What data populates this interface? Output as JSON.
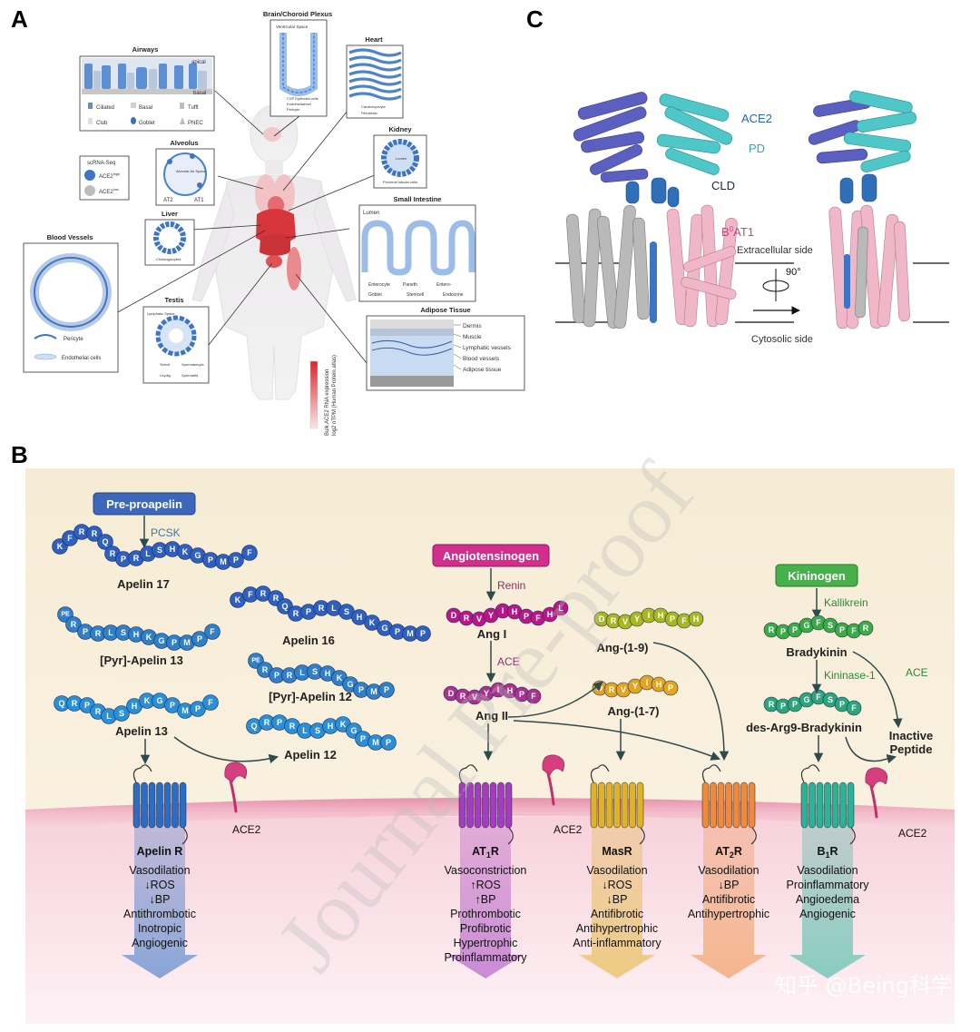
{
  "panels": {
    "a": {
      "letter": "A",
      "organs": {
        "brain_title": "Brain/Choroid Plexus",
        "brain_sub1": "Ventricular Space",
        "brain_legend": [
          "CVP Epithelial cells",
          "Endothelial/cell",
          "Pericyte"
        ],
        "heart_title": "Heart",
        "heart_legend": [
          "Cardiomyocyte",
          "Fibroblast"
        ],
        "airways_title": "Airways",
        "airways_apical": "apical",
        "airways_basal": "basal",
        "airways_legend": [
          "Ciliated",
          "Basal",
          "Tufft",
          "Club",
          "Goblet",
          "PNEC"
        ],
        "alveolus_title": "Alveolus",
        "alveolus_space": "Alveolar Air Space",
        "alveolus_cells": [
          "AT2",
          "AT1"
        ],
        "scrna_title": "scRNA-Seq",
        "scrna_high": "ACE2",
        "scrna_high_sup": "high",
        "scrna_low": "ACE2",
        "scrna_low_sup": "low",
        "liver_title": "Liver",
        "liver_cell": "Cholangiocytes",
        "kidney_title": "Kidney",
        "kidney_lumen": "Lumen",
        "kidney_cell": "Proximal tubular cells",
        "si_title": "Small Intestine",
        "si_lumen": "Lumen",
        "si_legend": [
          "Enterocyte",
          "Paneth",
          "Entero-",
          "Endocrine",
          "Goblet",
          "Stemcell"
        ],
        "bv_title": "Blood Vessels",
        "bv_pericyte": "Pericyte",
        "bv_endo": "Endothelial cells",
        "testis_title": "Testis",
        "testis_space": "Lymphatic Space",
        "testis_legend": [
          "Sertoli",
          "Spermatocyte",
          "Leydig",
          "Spermatid"
        ],
        "adipose_title": "Adipose Tissue",
        "adipose_layers": [
          "Dermis",
          "Muscle",
          "Lymphatic vessels",
          "Blood vessels",
          "Adipose tissue"
        ],
        "scale_label1": "Bulk ACE2 RNA expression",
        "scale_label2": "log2 nTPM (Human Protein atlas)"
      }
    },
    "b": {
      "letter": "B",
      "apelin": {
        "precursor": "Pre-proapelin",
        "enzyme": "PCSK",
        "apelin17": {
          "name": "Apelin 17",
          "seq": [
            "K",
            "F",
            "R",
            "R",
            "Q",
            "R",
            "P",
            "R",
            "L",
            "S",
            "H",
            "K",
            "G",
            "P",
            "M",
            "P",
            "F"
          ]
        },
        "apelin16": {
          "name": "Apelin 16",
          "seq": [
            "K",
            "F",
            "R",
            "R",
            "Q",
            "R",
            "P",
            "R",
            "L",
            "S",
            "H",
            "K",
            "G",
            "P",
            "M",
            "P"
          ]
        },
        "pyr13": {
          "name": "[Pyr]-Apelin 13",
          "seq": [
            "PE",
            "R",
            "P",
            "R",
            "L",
            "S",
            "H",
            "K",
            "G",
            "P",
            "M",
            "P",
            "F"
          ]
        },
        "pyr12": {
          "name": "[Pyr]-Apelin 12",
          "seq": [
            "PE",
            "R",
            "P",
            "R",
            "L",
            "S",
            "H",
            "K",
            "G",
            "P",
            "M",
            "P"
          ]
        },
        "apelin13": {
          "name": "Apelin 13",
          "seq": [
            "Q",
            "R",
            "P",
            "R",
            "L",
            "S",
            "H",
            "K",
            "G",
            "P",
            "M",
            "P",
            "F"
          ]
        },
        "apelin12": {
          "name": "Apelin 12",
          "seq": [
            "Q",
            "R",
            "P",
            "R",
            "L",
            "S",
            "H",
            "K",
            "G",
            "P",
            "M",
            "P"
          ]
        }
      },
      "ras": {
        "precursor": "Angiotensinogen",
        "renin": "Renin",
        "ang1": {
          "name": "Ang I",
          "seq": [
            "D",
            "R",
            "V",
            "Y",
            "I",
            "H",
            "P",
            "F",
            "H",
            "L"
          ]
        },
        "ace": "ACE",
        "ang2": {
          "name": "Ang II",
          "seq": [
            "D",
            "R",
            "V",
            "Y",
            "I",
            "H",
            "P",
            "F"
          ]
        },
        "ang19": {
          "name": "Ang-(1-9)",
          "seq": [
            "D",
            "R",
            "V",
            "Y",
            "I",
            "H",
            "P",
            "F",
            "H"
          ]
        },
        "ang17": {
          "name": "Ang-(1-7)",
          "seq": [
            "D",
            "R",
            "V",
            "Y",
            "I",
            "H",
            "P"
          ]
        }
      },
      "kinin": {
        "precursor": "Kininogen",
        "kallikrein": "Kallikrein",
        "bradykinin": {
          "name": "Bradykinin",
          "seq": [
            "R",
            "P",
            "P",
            "G",
            "F",
            "S",
            "P",
            "F",
            "R"
          ]
        },
        "kininase": "Kininase-1",
        "ace": "ACE",
        "desarg": {
          "name": "des-Arg9-Bradykinin",
          "seq": [
            "R",
            "P",
            "P",
            "G",
            "F",
            "S",
            "P",
            "F"
          ]
        },
        "inactive1": "Inactive",
        "inactive2": "Peptide"
      },
      "ace2_label": "ACE2",
      "receptors": [
        {
          "name": "Apelin R",
          "effects": [
            "Vasodilation",
            "ROS",
            "BP",
            "Antithrombotic",
            "Inotropic",
            "Angiogenic"
          ],
          "arrows": [
            "",
            "↓",
            "↓",
            "",
            "",
            ""
          ],
          "color": "#2b6cc4"
        },
        {
          "name": "AT",
          "sub": "1",
          "suffix": "R",
          "effects": [
            "Vasoconstriction",
            "ROS",
            "BP",
            "Prothrombotic",
            "Profibrotic",
            "Hypertrophic",
            "Proinflammatory"
          ],
          "arrows": [
            "",
            "↑",
            "↑",
            "",
            "",
            "",
            ""
          ],
          "color": "#a23cc1"
        },
        {
          "name": "MasR",
          "effects": [
            "Vasodilation",
            "ROS",
            "BP",
            "Antifibrotic",
            "Antihypertrophic",
            "Anti-inflammatory"
          ],
          "arrows": [
            "",
            "↓",
            "↓",
            "",
            "",
            ""
          ],
          "color": "#e0b22a"
        },
        {
          "name": "AT",
          "sub": "2",
          "suffix": "R",
          "effects": [
            "Vasodilation",
            "BP",
            "Antifibrotic",
            "Antihypertrophic"
          ],
          "arrows": [
            "",
            "↓",
            "",
            ""
          ],
          "color": "#ef8a3c"
        },
        {
          "name": "B",
          "sub": "1",
          "suffix": "R",
          "effects": [
            "Vasodilation",
            "Proinflammatory",
            "Angioedema",
            "Angiogenic"
          ],
          "arrows": [
            "",
            "",
            "",
            ""
          ],
          "color": "#2bb39a"
        }
      ]
    },
    "c": {
      "letter": "C",
      "labels": {
        "ace2": "ACE2",
        "pd": "PD",
        "cld": "CLD",
        "b0at1_base": "B",
        "b0at1_sup": "0",
        "b0at1_rest": "AT1",
        "extracellular": "Extracellular side",
        "rotation": "90°",
        "cytosolic": "Cytosolic side"
      }
    }
  },
  "watermark": {
    "journal": "Journal Pre-proof",
    "zhihu": "知乎 @Being科学"
  },
  "colors": {
    "apelin_blue": "#2b6cc4",
    "ang_magenta": "#c2168f",
    "kinin_green": "#3fae49",
    "ang19_olive": "#a9b81f",
    "ang17_gold": "#e0a51c",
    "membrane": "#e9a0b6",
    "ace2_pink": "#d63f7e"
  }
}
